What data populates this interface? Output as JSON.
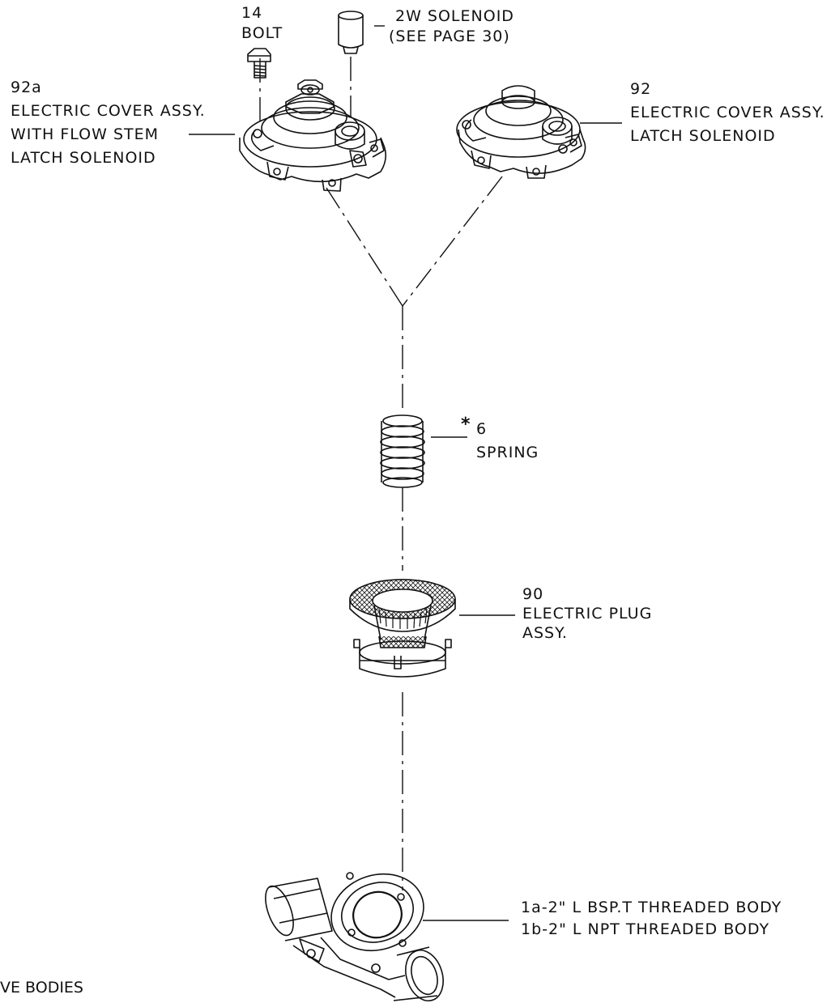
{
  "labels": {
    "bolt": {
      "num": "14",
      "name": "BOLT"
    },
    "solenoid": {
      "line1": "2W SOLENOID",
      "line2": "(SEE PAGE 30)"
    },
    "cover_92a": {
      "num": "92a",
      "line1": "ELECTRIC COVER ASSY.",
      "line2": "WITH FLOW STEM",
      "line3": "LATCH SOLENOID"
    },
    "cover_92": {
      "num": "92",
      "line1": "ELECTRIC COVER ASSY.",
      "line2": "LATCH SOLENOID"
    },
    "spring": {
      "star": "*",
      "num": "6",
      "name": "SPRING"
    },
    "plug": {
      "num": "90",
      "line1": "ELECTRIC PLUG",
      "line2": "ASSY."
    },
    "body": {
      "line1": "1a-2\" L BSP.T THREADED BODY",
      "line2": "1b-2\" L NPT THREADED BODY"
    },
    "footer": "VE BODIES"
  }
}
